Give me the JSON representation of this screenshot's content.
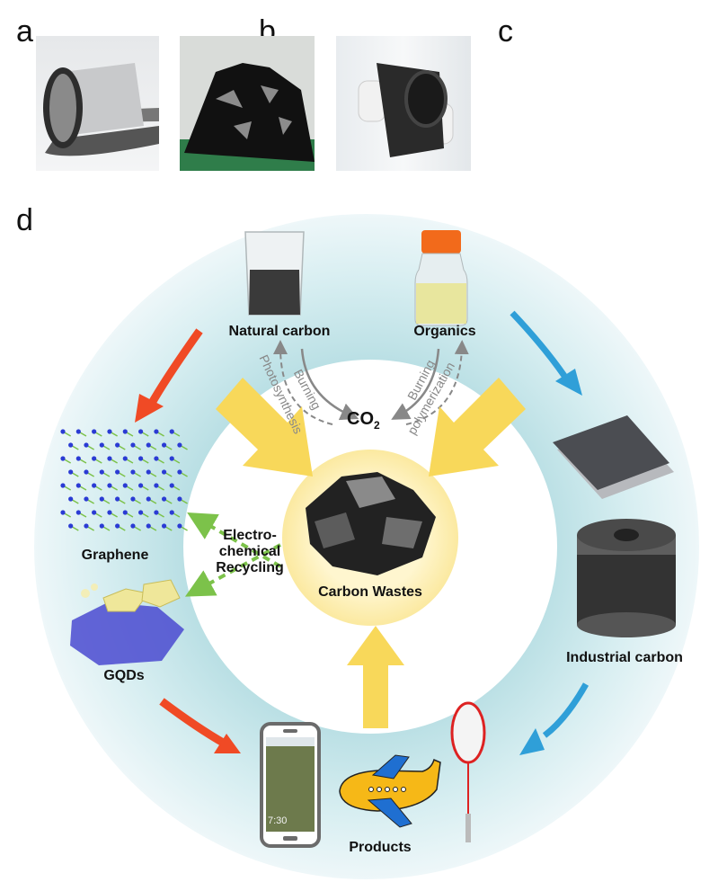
{
  "panels": {
    "a": {
      "letter": "a",
      "subject": "rolled-carbon-sheet-photo"
    },
    "b": {
      "letter": "b",
      "subject": "carbon-waste-pile-photo"
    },
    "c": {
      "letter": "c",
      "subject": "carbon-roll-held-in-gloves-photo"
    },
    "d": {
      "letter": "d"
    }
  },
  "diagram": {
    "top_left_source": "Natural carbon",
    "top_right_source": "Organics",
    "center_gas_main": "CO",
    "center_gas_sub": "2",
    "process_labels": {
      "left_solid": "Burning",
      "left_dashed": "Photosynthesis",
      "right_solid": "Burning",
      "right_dashed": "polymerization"
    },
    "center_hub": "Carbon Wastes",
    "recycling": [
      "Electro-",
      "chemical",
      "Recycling"
    ],
    "left_items": [
      "Graphene",
      "GQDs"
    ],
    "right_item": "Industrial carbon",
    "bottom_item": "Products",
    "phone_clock": "7:30",
    "colors": {
      "ring": "#cfe8ec",
      "red_arrow": "#f04a25",
      "blue_arrow": "#2f9fd8",
      "yellow_arrow": "#f8d85a",
      "green_dashed": "#7cc24a",
      "hub_glow": "#fdf1b8"
    }
  }
}
